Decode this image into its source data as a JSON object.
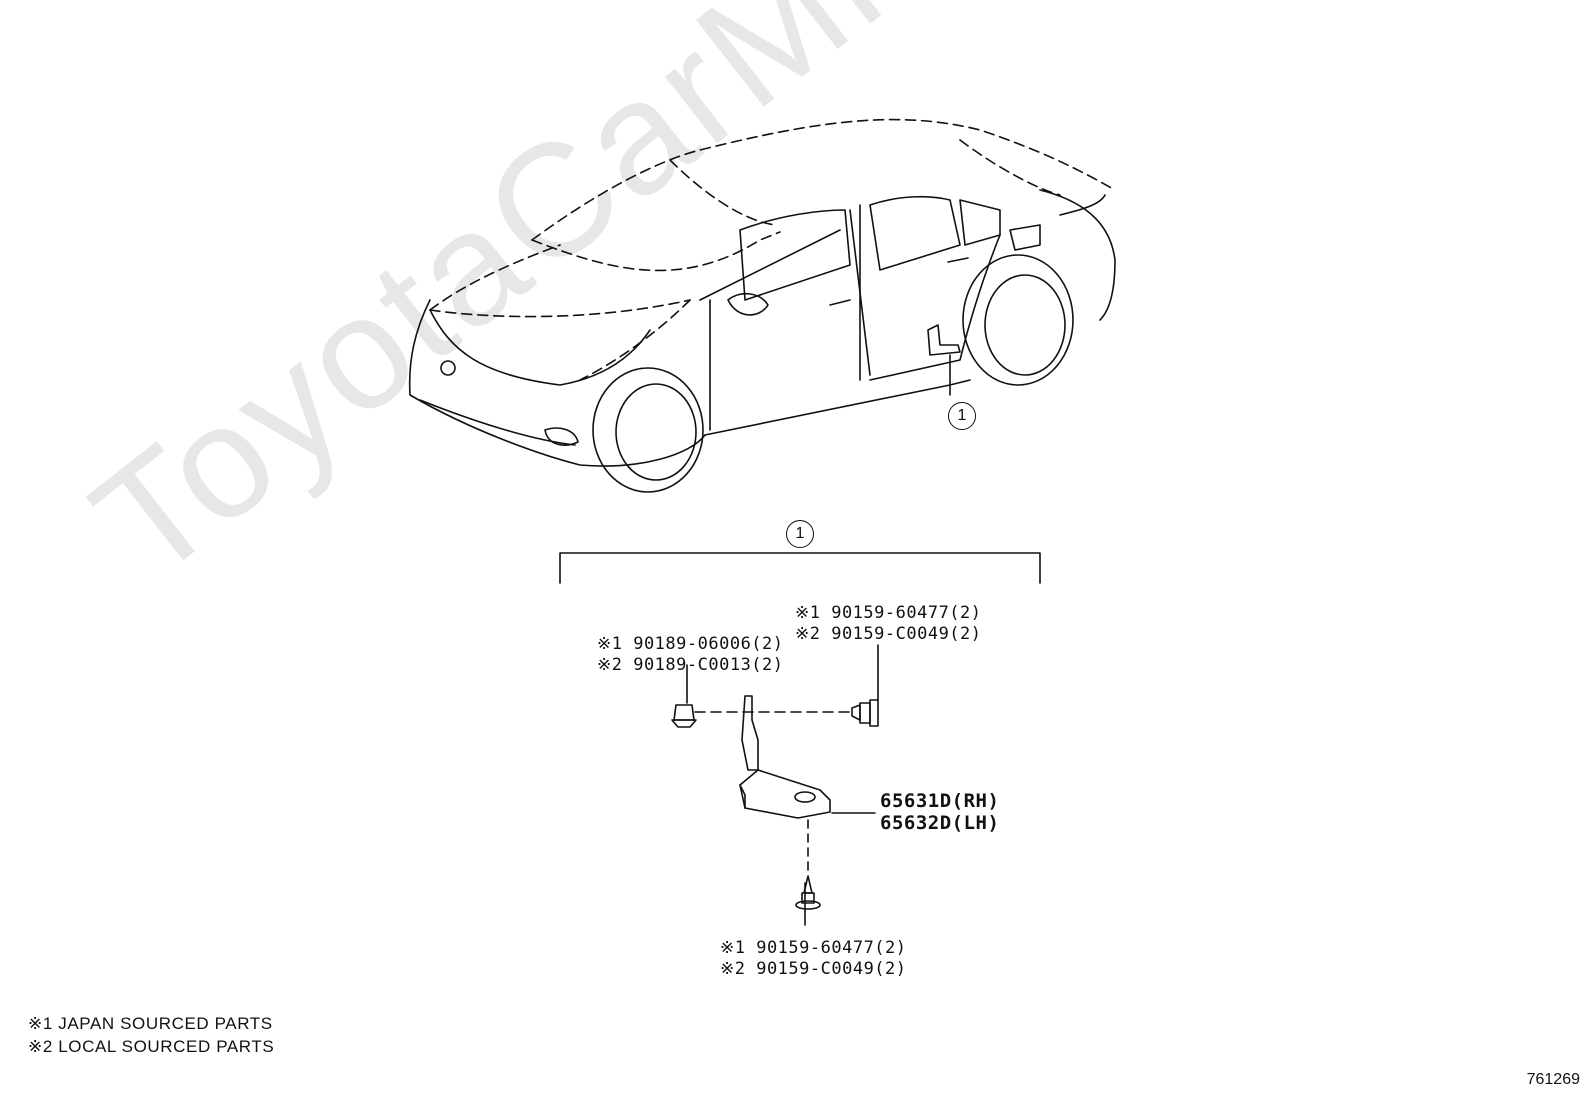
{
  "watermark": "ToyotaCarMine.ru",
  "callouts": {
    "car": "1",
    "group": "1"
  },
  "parts": {
    "upper_right": {
      "line1": "※1 90159-60477(2)",
      "line2": "※2 90159-C0049(2)"
    },
    "upper_left": {
      "line1": "※1 90189-06006(2)",
      "line2": "※2 90189-C0013(2)"
    },
    "main_part": {
      "line1": "65631D(RH)",
      "line2": "65632D(LH)"
    },
    "bottom": {
      "line1": "※1 90159-60477(2)",
      "line2": "※2 90159-C0049(2)"
    }
  },
  "legend": {
    "line1": "※1  JAPAN SOURCED PARTS",
    "line2": "※2  LOCAL SOURCED PARTS"
  },
  "illustration_number": "761269",
  "colors": {
    "line": "#111111",
    "watermark": "#e7e7e7",
    "background": "#ffffff"
  }
}
